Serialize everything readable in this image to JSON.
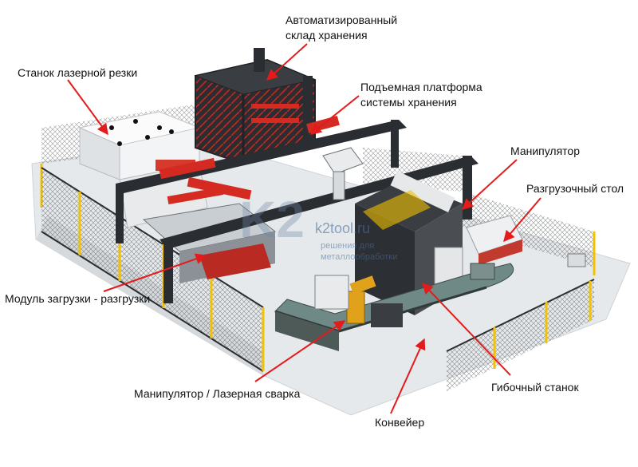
{
  "labels": {
    "warehouse_line1": "Автоматизированный",
    "warehouse_line2": "склад хранения",
    "laser_cutter": "Станок лазерной резки",
    "lift_line1": "Подъемная платформа",
    "lift_line2": "системы хранения",
    "manipulator": "Манипулятор",
    "unloading_table": "Разгрузочный стол",
    "load_unload_module": "Модуль загрузки - разгрузки",
    "bending_machine": "Гибочный станок",
    "welding_manipulator": "Манипулятор / Лазерная сварка",
    "conveyor": "Конвейер"
  },
  "watermark": {
    "logo": "K2",
    "site": "k2tool.ru",
    "tagline_line1": "решения для",
    "tagline_line2": "металлообработки"
  },
  "colors": {
    "arrow": "#e31b1b",
    "frame": "#2a2d31",
    "accent_red": "#d42a22",
    "fence": "#3a3d40",
    "fence_post": "#f2c200",
    "floor": "#e6e9eb",
    "conveyor": "#6f8a86",
    "robot": "#e0a21a"
  }
}
